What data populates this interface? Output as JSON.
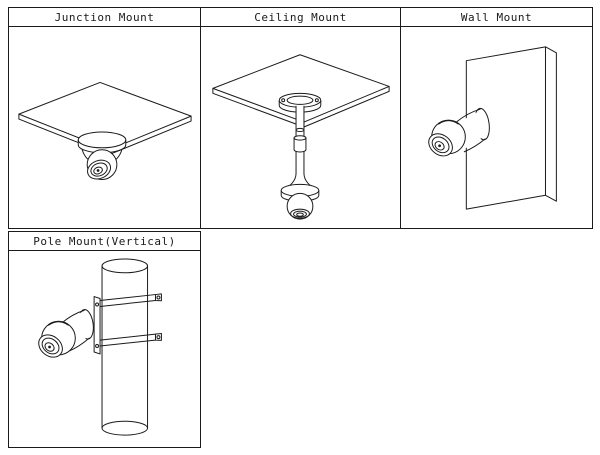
{
  "page": {
    "background": "#ffffff",
    "line_color": "#1a1a1a"
  },
  "panels": [
    {
      "title": "Junction Mount",
      "illustration": "junction-mount-drawing"
    },
    {
      "title": "Ceiling Mount",
      "illustration": "ceiling-mount-drawing"
    },
    {
      "title": "Wall Mount",
      "illustration": "wall-mount-drawing"
    },
    {
      "title": "Pole Mount(Vertical)",
      "illustration": "pole-mount-vertical-drawing"
    }
  ]
}
